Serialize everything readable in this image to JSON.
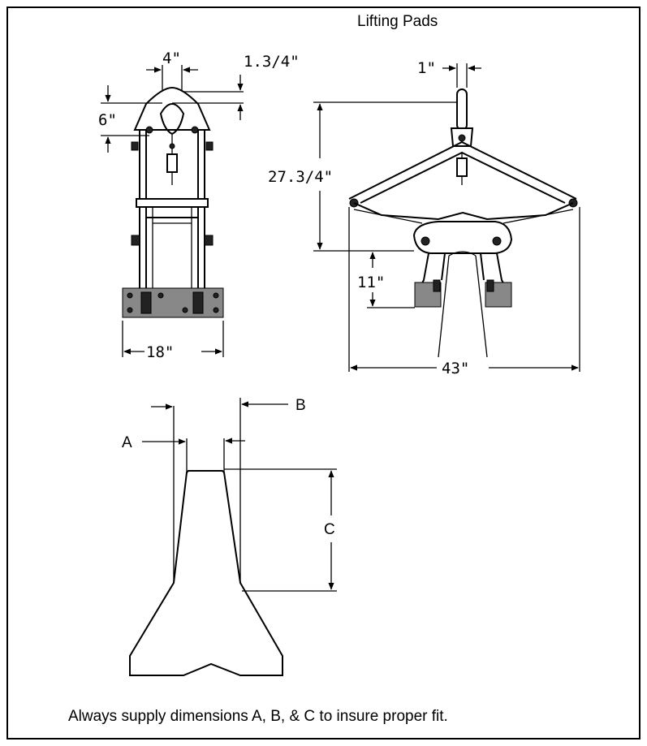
{
  "title": "Lifting Pads",
  "front_view": {
    "dim_top_width": "4\"",
    "dim_top_offset": "1.3/4\"",
    "dim_height": "6\"",
    "dim_base_width": "18\""
  },
  "side_view": {
    "dim_hanger": "1\"",
    "dim_height": "27.3/4\"",
    "dim_pad": "11\"",
    "dim_span": "43\""
  },
  "profile": {
    "label_a": "A",
    "label_b": "B",
    "label_c": "C"
  },
  "note": "Always supply dimensions A, B, & C to insure proper fit."
}
